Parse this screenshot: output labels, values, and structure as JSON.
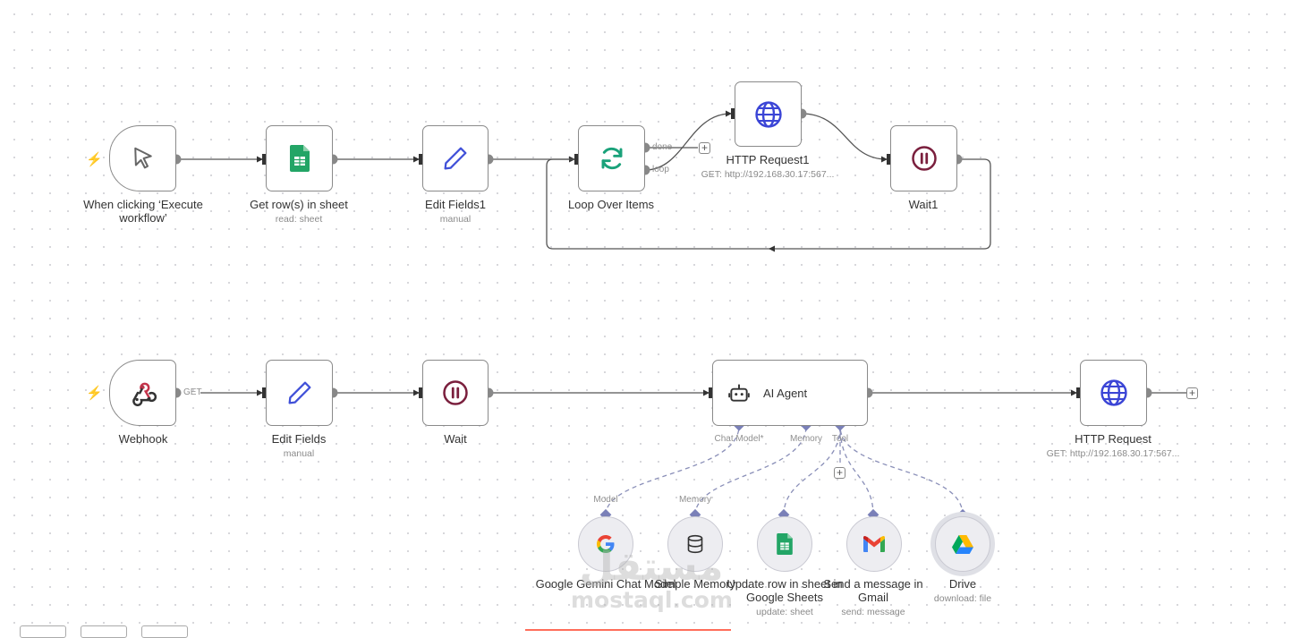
{
  "workflow_top": {
    "trigger": {
      "label": "When clicking ‘Execute workflow’"
    },
    "get_rows": {
      "label": "Get row(s) in sheet",
      "subtitle": "read: sheet"
    },
    "edit_fields1": {
      "label": "Edit Fields1",
      "subtitle": "manual"
    },
    "loop": {
      "label": "Loop Over Items",
      "output_done": "done",
      "output_loop": "loop"
    },
    "http_request1": {
      "label": "HTTP Request1",
      "subtitle": "GET: http://192.168.30.17:567..."
    },
    "wait1": {
      "label": "Wait1"
    }
  },
  "workflow_bottom": {
    "webhook": {
      "label": "Webhook",
      "method": "GET"
    },
    "edit_fields": {
      "label": "Edit Fields",
      "subtitle": "manual"
    },
    "wait": {
      "label": "Wait"
    },
    "ai_agent": {
      "label": "AI Agent",
      "input_chat_model": "Chat Model*",
      "input_memory": "Memory",
      "input_tool": "Tool"
    },
    "http_request": {
      "label": "HTTP Request",
      "subtitle": "GET: http://192.168.30.17:567..."
    },
    "gemini": {
      "label": "Google Gemini Chat Model",
      "port": "Model"
    },
    "memory": {
      "label": "Simple Memory",
      "port": "Memory"
    },
    "sheets_update": {
      "label": "Update row in sheet in Google Sheets",
      "subtitle": "update: sheet"
    },
    "gmail": {
      "label": "Send a message in Gmail",
      "subtitle": "send: message"
    },
    "drive": {
      "label": "Drive",
      "subtitle": "download: file"
    }
  },
  "watermark": {
    "arabic": "مستقل",
    "latin": "mostaql.com"
  },
  "colors": {
    "trigger_bolt": "#ff6d5a",
    "sheets_green": "#23a566",
    "edit_blue": "#4050d8",
    "loop_green": "#1aa27a",
    "wait_maroon": "#7a1f3d",
    "http_blue": "#3b45d6",
    "webhook_red": "#c4344b",
    "sub_connector": "#8a8fb8"
  },
  "icons": {
    "trigger": "cursor-pointer-icon",
    "get_rows": "google-sheets-icon",
    "edit": "pencil-icon",
    "loop": "refresh-arrows-icon",
    "http": "globe-icon",
    "wait": "pause-icon",
    "webhook": "webhook-icon",
    "agent": "robot-icon",
    "gemini": "google-g-icon",
    "memory": "database-icon",
    "gmail": "gmail-icon",
    "drive": "google-drive-icon"
  }
}
